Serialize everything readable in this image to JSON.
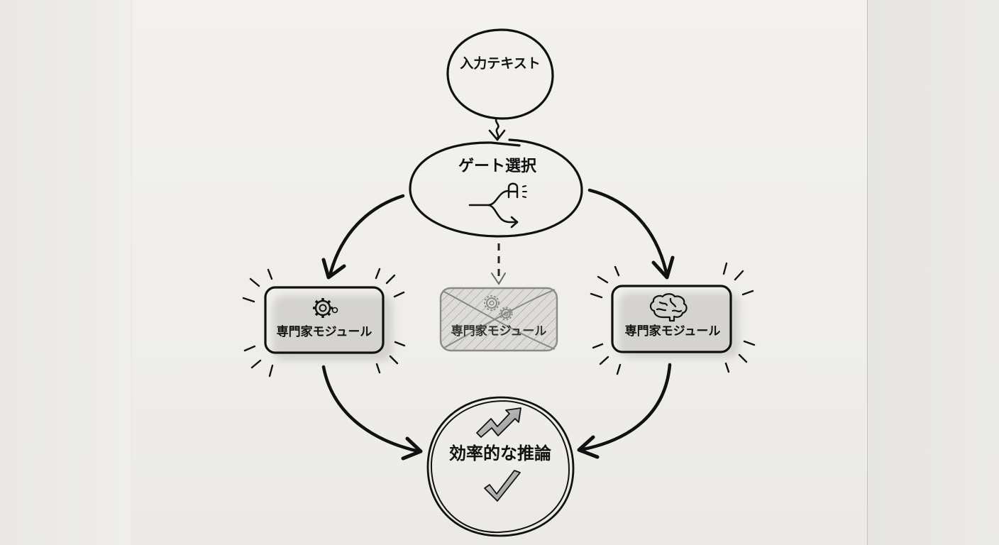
{
  "diagram": {
    "title": "Mixture-of-Experts gating flow (hand-drawn)",
    "nodes": {
      "input": {
        "label": "入力テキスト",
        "shape": "circle"
      },
      "gate": {
        "label": "ゲート選択",
        "shape": "ellipse",
        "icon": "branch-pointer-icon"
      },
      "expert_left": {
        "label": "専門家モジュール",
        "icon": "gear-icon",
        "state": "active"
      },
      "expert_center": {
        "label": "専門家モジュール",
        "icon": "gears-icon",
        "state": "inactive"
      },
      "expert_right": {
        "label": "専門家モジュール",
        "icon": "brain-icon",
        "state": "active"
      },
      "output": {
        "label": "効率的な推論",
        "shape": "circle",
        "icons": [
          "trend-up-arrow-icon",
          "checkmark-icon"
        ]
      }
    },
    "edges": [
      {
        "from": "input",
        "to": "gate",
        "style": "squiggly"
      },
      {
        "from": "gate",
        "to": "expert_left",
        "style": "solid"
      },
      {
        "from": "gate",
        "to": "expert_center",
        "style": "dashed"
      },
      {
        "from": "gate",
        "to": "expert_right",
        "style": "solid"
      },
      {
        "from": "expert_left",
        "to": "output",
        "style": "solid"
      },
      {
        "from": "expert_right",
        "to": "output",
        "style": "solid"
      }
    ],
    "colors": {
      "ink": "#111111",
      "inactive": "#8a8a8a",
      "paper": "#efeeea",
      "shadow": "#c9c8c4"
    }
  }
}
